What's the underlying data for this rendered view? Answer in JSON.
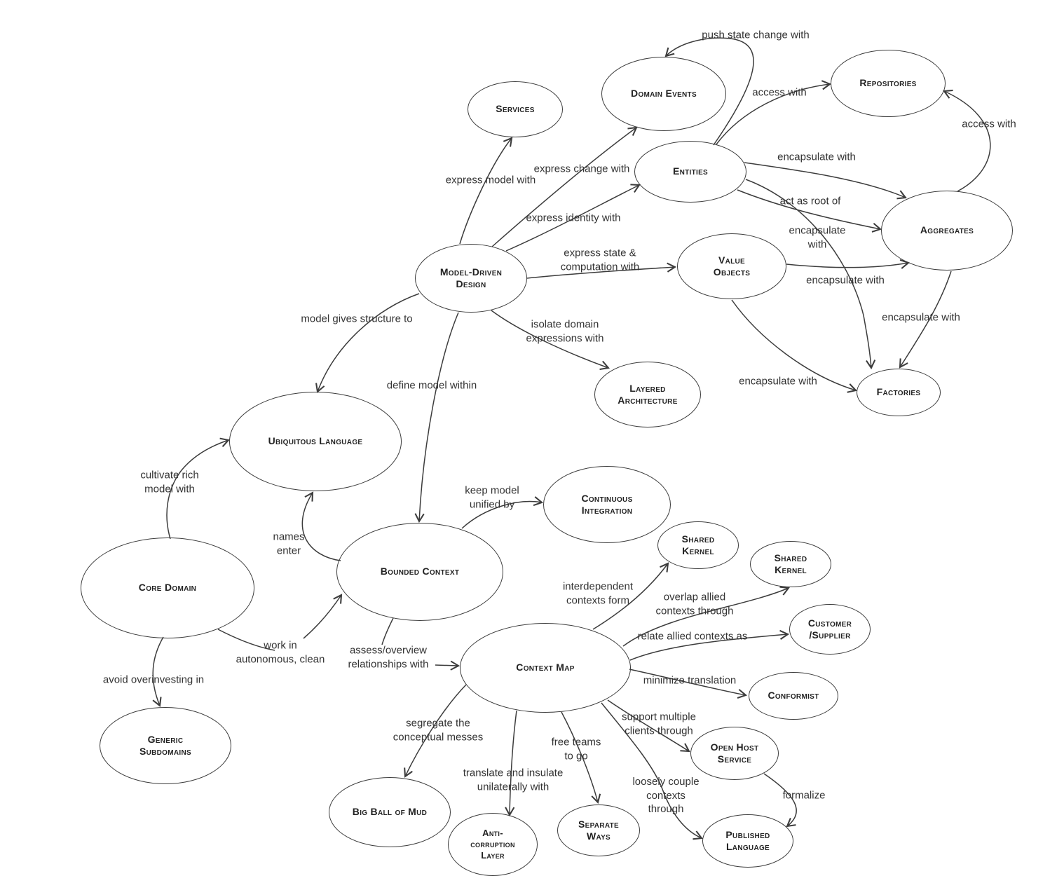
{
  "diagram": {
    "background_color": "#ffffff",
    "stroke_color": "#3c3c3c",
    "text_color": "#222222",
    "nodes": {
      "services": {
        "label": "Services"
      },
      "domain_events": {
        "label": "Domain Events"
      },
      "repositories": {
        "label": "Repositories"
      },
      "entities": {
        "label": "Entities"
      },
      "aggregates": {
        "label": "Aggregates"
      },
      "value_objects": {
        "label": "Value\nObjects"
      },
      "layered_architecture": {
        "label": "Layered\nArchitecture"
      },
      "factories": {
        "label": "Factories"
      },
      "model_driven_design": {
        "label": "Model-Driven\nDesign"
      },
      "ubiquitous_language": {
        "label": "Ubiquitous Language"
      },
      "core_domain": {
        "label": "Core Domain"
      },
      "bounded_context": {
        "label": "Bounded Context"
      },
      "continuous_integration": {
        "label": "Continuous\nIntegration"
      },
      "shared_kernel_1": {
        "label": "Shared\nKernel"
      },
      "shared_kernel_2": {
        "label": "Shared\nKernel"
      },
      "customer_supplier": {
        "label": "Customer\n/Supplier"
      },
      "context_map": {
        "label": "Context Map"
      },
      "conformist": {
        "label": "Conformist"
      },
      "open_host_service": {
        "label": "Open Host\nService"
      },
      "generic_subdomains": {
        "label": "Generic\nSubdomains"
      },
      "big_ball_of_mud": {
        "label": "Big Ball of Mud"
      },
      "anticorruption_layer": {
        "label": "Anti-\ncorruption\nLayer"
      },
      "separate_ways": {
        "label": "Separate\nWays"
      },
      "published_language": {
        "label": "Published\nLanguage"
      }
    },
    "edge_labels": {
      "push_state_change": {
        "label": "push state change with"
      },
      "access_with_entities": {
        "label": "access with"
      },
      "access_with_aggregates": {
        "label": "access with"
      },
      "express_model_with": {
        "label": "express model with"
      },
      "express_change_with": {
        "label": "express change with"
      },
      "express_identity_with": {
        "label": "express identity with"
      },
      "encapsulate_entities_aggregates": {
        "label": "encapsulate with"
      },
      "act_as_root_of": {
        "label": "act as root of"
      },
      "encapsulate_entities_factories": {
        "label": "encapsulate\nwith"
      },
      "express_state_computation": {
        "label": "express state &\ncomputation with"
      },
      "encapsulate_vo_aggregates": {
        "label": "encapsulate with"
      },
      "isolate_domain_expressions": {
        "label": "isolate domain\nexpressions with"
      },
      "encapsulate_aggregates_factories": {
        "label": "encapsulate with"
      },
      "encapsulate_vo_factories": {
        "label": "encapsulate with"
      },
      "model_gives_structure_to": {
        "label": "model gives structure to"
      },
      "define_model_within": {
        "label": "define model within"
      },
      "cultivate_rich_model": {
        "label": "cultivate rich\nmodel with"
      },
      "names_enter": {
        "label": "names\nenter"
      },
      "keep_model_unified_by": {
        "label": "keep model\nunified by"
      },
      "interdependent_contexts": {
        "label": "interdependent\ncontexts form"
      },
      "overlap_allied_contexts": {
        "label": "overlap allied\ncontexts through"
      },
      "relate_allied_contexts": {
        "label": "relate allied contexts as"
      },
      "work_in_autonomous": {
        "label": "work in\nautonomous, clean"
      },
      "assess_overview": {
        "label": "assess/overview\nrelationships with"
      },
      "avoid_overinvesting_in": {
        "label": "avoid overinvesting in"
      },
      "minimize_translation": {
        "label": "minimize translation"
      },
      "support_multiple_clients": {
        "label": "support multiple\nclients through"
      },
      "segregate_conceptual_messes": {
        "label": "segregate the\nconceptual messes"
      },
      "free_teams_to_go": {
        "label": "free teams\nto go"
      },
      "loosely_couple_contexts": {
        "label": "loosely couple\ncontexts\nthrough"
      },
      "translate_and_insulate": {
        "label": "translate and insulate\nunilaterally with"
      },
      "formalize": {
        "label": "formalize"
      }
    }
  }
}
